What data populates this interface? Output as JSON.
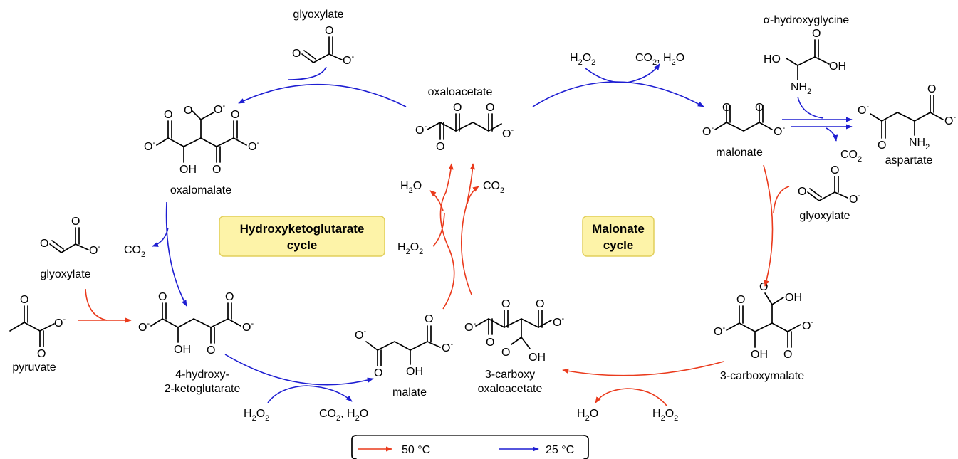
{
  "colors": {
    "red_arrow": "#ea3a1c",
    "blue_arrow": "#1e1ed2",
    "cycle_box_fill": "#fdf3a8",
    "cycle_box_stroke": "#e2cf5b"
  },
  "cycles": {
    "left_line1": "Hydroxyketoglutarate",
    "left_line2": "cycle",
    "right_line1": "Malonate",
    "right_line2": "cycle"
  },
  "compounds": {
    "glyoxylate_top": "glyoxylate",
    "oxaloacetate": "oxaloacetate",
    "oxalomalate": "oxalomalate",
    "glyoxylate_left": "glyoxylate",
    "pyruvate": "pyruvate",
    "hkg_line1": "4-hydroxy-",
    "hkg_line2": "2-ketoglutarate",
    "malate": "malate",
    "cox_line1": "3-carboxy",
    "cox_line2": "oxaloacetate",
    "carboxymalate": "3-carboxymalate",
    "malonate": "malonate",
    "glyoxylate_right": "glyoxylate",
    "hydroxyglycine": "α-hydroxyglycine",
    "aspartate": "aspartate"
  },
  "reagents": {
    "h2o2": "H2O2",
    "co2": "CO2",
    "co2_h2o": "CO2, H2O",
    "h2o": "H2O"
  },
  "legend": {
    "red_label": "50 °C",
    "blue_label": "25 °C"
  }
}
